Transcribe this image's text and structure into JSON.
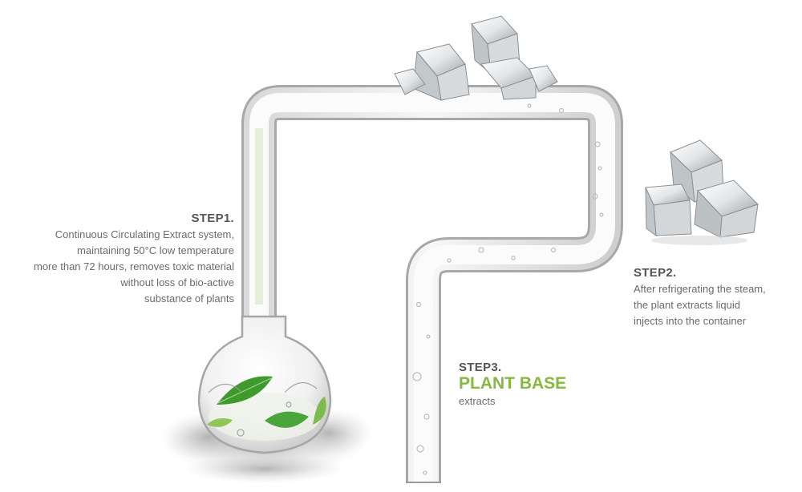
{
  "step1": {
    "title": "STEP1.",
    "lines": [
      "Continuous Circulating Extract system,",
      "maintaining 50°C low temperature",
      "more than 72 hours, removes toxic material",
      "without loss of bio-active",
      "substance of plants"
    ]
  },
  "step2": {
    "title": "STEP2.",
    "lines": [
      "After refrigerating the steam,",
      "the plant extracts liquid",
      "injects into the container"
    ]
  },
  "step3": {
    "title": "STEP3.",
    "highlight": "PLANT BASE",
    "desc": "extracts"
  },
  "colors": {
    "accent_green": "#86b940",
    "heading_gray": "#555555",
    "body_gray": "#6b6b6b",
    "leaf_green": "#3f9a2e"
  },
  "icons": [
    "flask-glass",
    "leaf",
    "ice-cube",
    "glass-tube"
  ]
}
